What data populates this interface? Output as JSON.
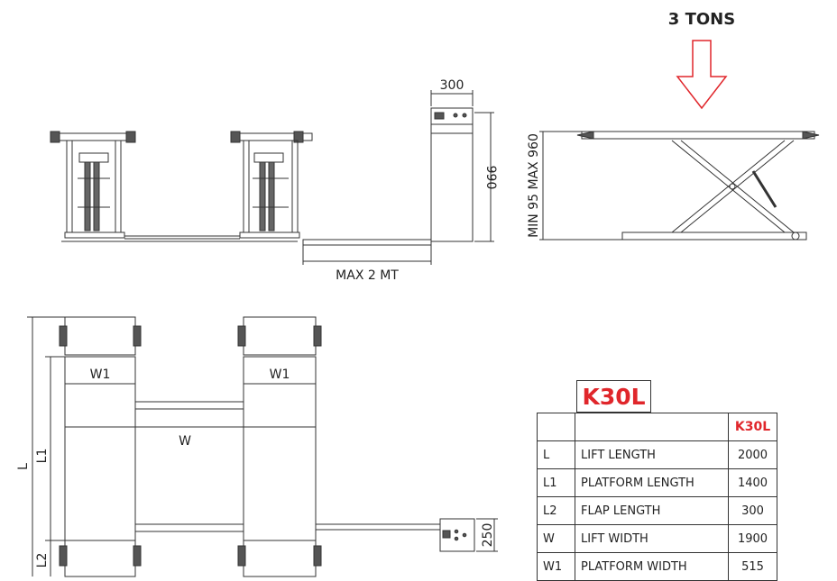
{
  "capacity_label": "3 TONS",
  "dimensions": {
    "column_width": "300",
    "column_height": "990",
    "cable_length": "MAX 2 MT",
    "lift_height_range": "MIN 95 MAX 960",
    "L": "L",
    "L1": "L1",
    "L2": "L2",
    "W": "W",
    "W1_left": "W1",
    "W1_right": "W1",
    "control_depth": "250"
  },
  "model": "K30L",
  "spec_table": {
    "header": [
      "",
      "",
      "K30L"
    ],
    "rows": [
      {
        "code": "L",
        "name": "LIFT LENGTH",
        "value": "2000"
      },
      {
        "code": "L1",
        "name": "PLATFORM LENGTH",
        "value": "1400"
      },
      {
        "code": "L2",
        "name": "FLAP LENGTH",
        "value": "300"
      },
      {
        "code": "W",
        "name": "LIFT WIDTH",
        "value": "1900"
      },
      {
        "code": "W1",
        "name": "PLATFORM WIDTH",
        "value": "515"
      }
    ]
  },
  "colors": {
    "accent_red": "#e0262b",
    "line": "#333333"
  }
}
